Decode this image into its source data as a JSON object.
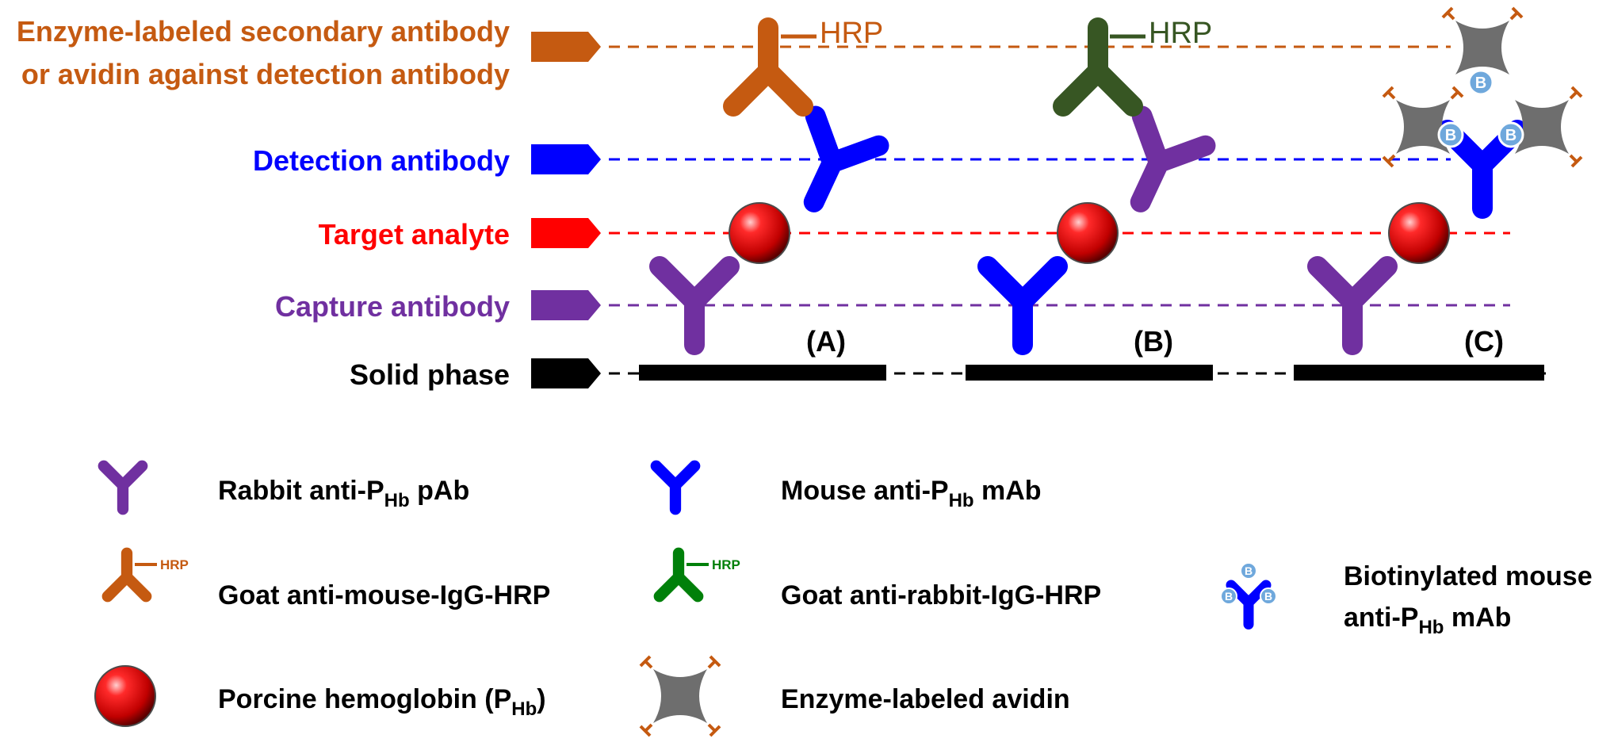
{
  "colors": {
    "purple": "#7030A0",
    "blue": "#0000FF",
    "orange": "#C55A11",
    "green_dark": "#375623",
    "green": "#00800A",
    "red": "#FF0000",
    "black": "#000000",
    "gray": "#6E6E6E",
    "biotin": "#6FA8DC"
  },
  "rows": {
    "enzyme": {
      "line1": "Enzyme-labeled secondary antibody",
      "line2": "or avidin against detection antibody"
    },
    "detection": {
      "label": "Detection antibody"
    },
    "target": {
      "label": "Target analyte"
    },
    "capture": {
      "label": "Capture antibody"
    },
    "solid": {
      "label": "Solid phase"
    }
  },
  "panels": {
    "a": "(A)",
    "b": "(B)",
    "c": "(C)"
  },
  "hrp": "HRP",
  "biotin": "B",
  "legend": {
    "rabbit": {
      "pre": "Rabbit anti-P",
      "sub": "Hb",
      "post": " pAb"
    },
    "mouse": {
      "pre": "Mouse anti-P",
      "sub": "Hb",
      "post": " mAb"
    },
    "goat_mouse": {
      "text": "Goat anti-mouse-IgG-HRP"
    },
    "goat_rabbit": {
      "text": "Goat anti-rabbit-IgG-HRP"
    },
    "biotinylated": {
      "line1": "Biotinylated mouse",
      "pre": "anti-P",
      "sub": "Hb",
      "post": " mAb"
    },
    "hemoglobin": {
      "pre": "Porcine hemoglobin (P",
      "sub": "Hb",
      "post": ")"
    },
    "avidin": {
      "text": "Enzyme-labeled avidin"
    }
  }
}
